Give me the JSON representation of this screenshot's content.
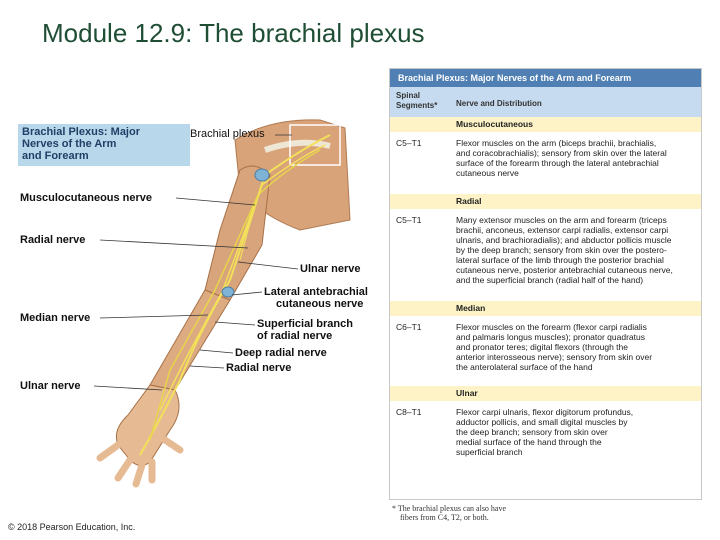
{
  "slide": {
    "title": "Module 12.9: The brachial plexus",
    "copyright": "© 2018 Pearson Education, Inc."
  },
  "figure": {
    "title_lines": [
      "Brachial Plexus: Major",
      "Nerves of the Arm",
      "and Forearm"
    ],
    "labels": {
      "brachial_plexus": "Brachial plexus",
      "musculocutaneous": "Musculocutaneous nerve",
      "radial_left": "Radial nerve",
      "median": "Median nerve",
      "ulnar_left": "Ulnar nerve",
      "ulnar_mid": "Ulnar nerve",
      "lateral_ante_1": "Lateral antebrachial",
      "lateral_ante_2": "cutaneous nerve",
      "superficial_1": "Superficial branch",
      "superficial_2": "of radial nerve",
      "deep_radial": "Deep radial nerve",
      "radial_mid": "Radial nerve"
    }
  },
  "table": {
    "header": "Brachial Plexus: Major Nerves of the Arm and Forearm",
    "col1_lines": [
      "Spinal",
      "Segments*"
    ],
    "col2": "Nerve and Distribution",
    "sections": [
      {
        "name": "Musculocutaneous",
        "segments": "C5–T1",
        "lines": [
          "Flexor muscles on the arm (biceps brachii, brachialis,",
          "and coracobrachialis); sensory from skin over the lateral",
          "surface of the forearm through the lateral antebrachial",
          "cutaneous nerve"
        ]
      },
      {
        "name": "Radial",
        "segments": "C5–T1",
        "lines": [
          "Many extensor muscles on the arm and forearm (triceps",
          "brachii, anconeus, extensor carpi radialis, extensor carpi",
          "ulnaris, and brachioradialis); and abductor pollicis muscle",
          "by the deep branch; sensory from skin over the postero-",
          "lateral surface of the limb through the posterior brachial",
          "cutaneous nerve, posterior antebrachial cutaneous nerve,",
          "and the superficial branch (radial half of the hand)"
        ]
      },
      {
        "name": "Median",
        "segments": "C6–T1",
        "lines": [
          "Flexor muscles on the forearm (flexor carpi radialis",
          "and palmaris longus muscles); pronator quadratus",
          "and pronator teres; digital flexors (through the",
          "anterior interosseous nerve); sensory from skin over",
          "the anterolateral surface of the hand"
        ]
      },
      {
        "name": "Ulnar",
        "segments": "C8–T1",
        "lines": [
          "Flexor carpi ulnaris, flexor digitorum profundus,",
          "adductor pollicis, and small digital muscles by",
          "the deep branch; sensory from skin over",
          "medial surface of the hand through the",
          "superficial branch"
        ]
      }
    ],
    "footnote_lines": [
      "* The brachial plexus can also have",
      "fibers from C4, T2, or both."
    ]
  },
  "colors": {
    "title_green": "#1f4e35",
    "table_header": "#4f7fb3",
    "table_subheader": "#c6dbef",
    "section_band": "#fdf3c7",
    "label_box": "#b9d7ea",
    "skin": "#e0b48a",
    "nerve": "#f2e05a"
  }
}
